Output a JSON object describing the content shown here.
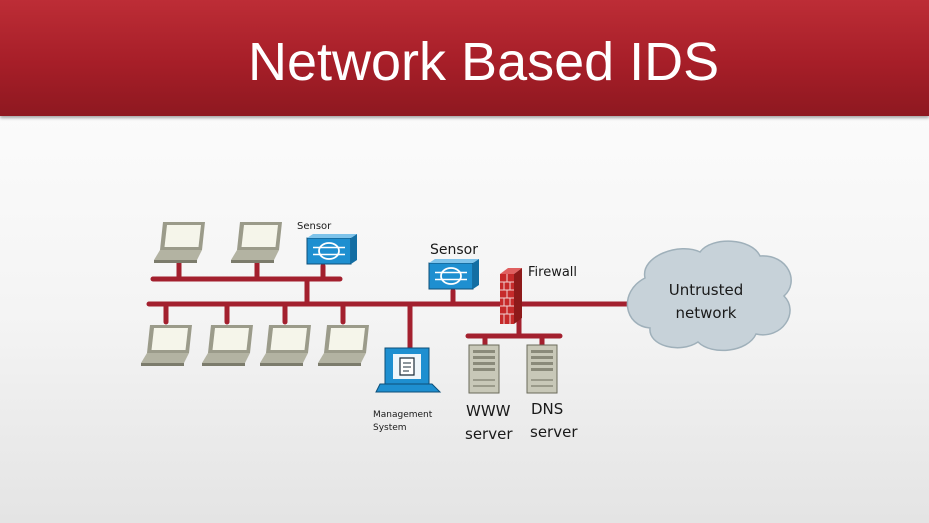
{
  "title": "Network Based IDS",
  "labels": {
    "sensor_top": "Sensor",
    "sensor_mid": "Sensor",
    "firewall": "Firewall",
    "cloud_line1": "Untrusted",
    "cloud_line2": "network",
    "mgmt_line1": "Management",
    "mgmt_line2": "System",
    "www_line1": "WWW",
    "www_line2": "server",
    "dns_line1": "DNS",
    "dns_line2": "server"
  },
  "colors": {
    "header": "#a61e28",
    "network_line": "#a3202e",
    "sensor": "#1e8fd0",
    "firewall": "#c62a2a",
    "cloud": "#c7d2d9",
    "laptop_screen": "#f5f5ea"
  }
}
